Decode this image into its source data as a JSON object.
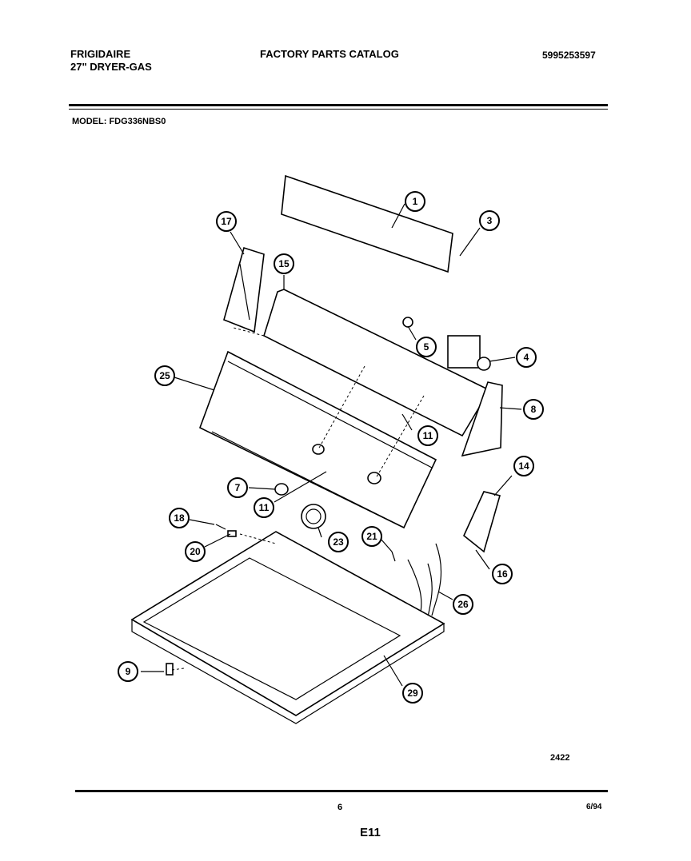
{
  "header": {
    "brand": "FRIGIDAIRE",
    "product": "27\" DRYER-GAS",
    "catalog_title": "FACTORY PARTS CATALOG",
    "catalog_number": "5995253597"
  },
  "model_line": "MODEL:   FDG336NBS0",
  "diagram": {
    "callouts": [
      "1",
      "3",
      "4",
      "5",
      "7",
      "8",
      "9",
      "11",
      "11",
      "14",
      "15",
      "16",
      "17",
      "18",
      "20",
      "21",
      "23",
      "25",
      "26",
      "29"
    ]
  },
  "footer": {
    "drawing_number": "2422",
    "page_number": "6",
    "date": "6/94",
    "section": "E11"
  }
}
